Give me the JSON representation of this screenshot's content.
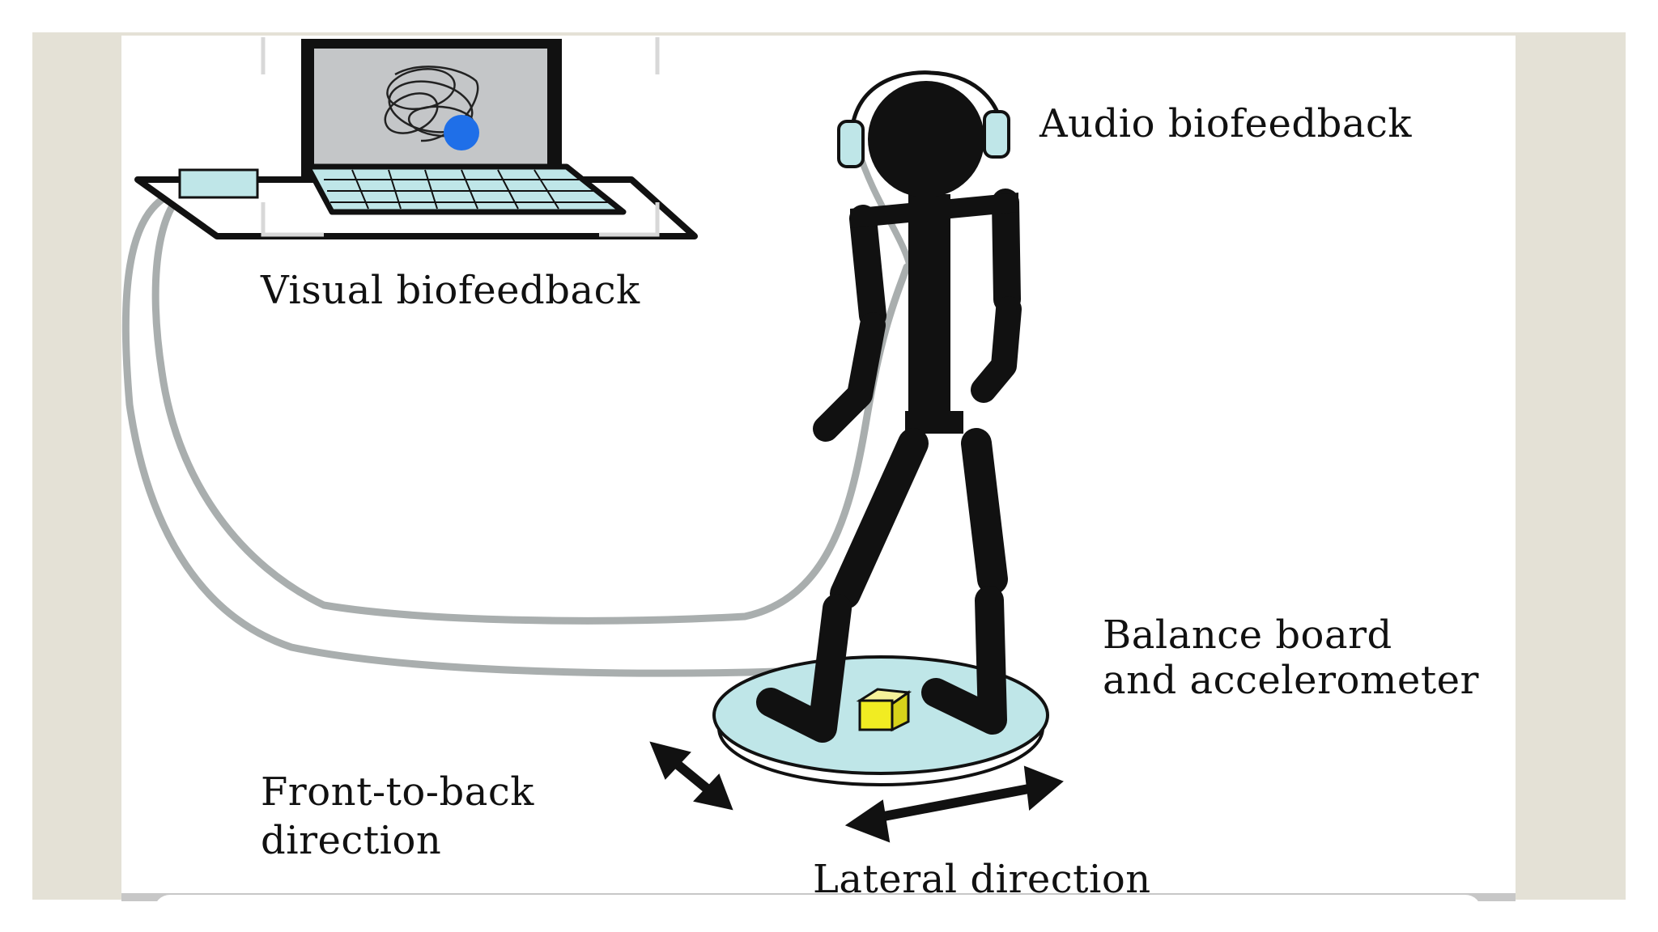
{
  "labels": {
    "visual": "Visual biofeedback",
    "audio": "Audio biofeedback",
    "balance_line1": "Balance board",
    "balance_line2": "and accelerometer",
    "front_line1": "Front-to-back",
    "front_line2": "direction",
    "lateral": "Lateral direction"
  },
  "colors": {
    "frame": "#e4e1d6",
    "canvas": "#ffffff",
    "ink": "#111111",
    "cable": "#a9aeae",
    "accent_cyan": "#bfe6e8",
    "screen": "#c4c6c8",
    "cursor_dot": "#1f6fe8",
    "accelerometer": "#f1ec22"
  },
  "icons": {
    "laptop": "laptop-icon",
    "person": "person-figure-icon",
    "headphones": "headphones-icon",
    "board": "balance-board-icon",
    "accelerometer": "accelerometer-icon"
  }
}
